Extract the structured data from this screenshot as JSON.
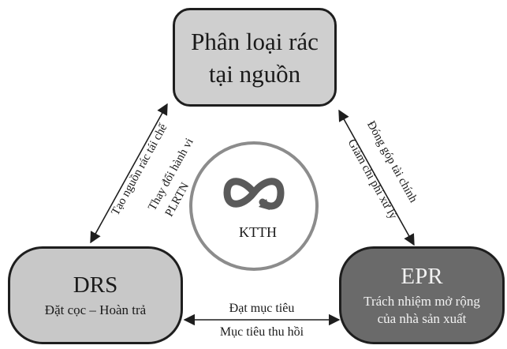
{
  "boxes": {
    "top": {
      "line1": "Phân loại rác",
      "line2": "tại nguồn"
    },
    "left": {
      "title": "DRS",
      "subtitle": "Đặt cọc – Hoàn trả"
    },
    "right": {
      "title": "EPR",
      "subtitle_line1": "Trách nhiệm mở rộng",
      "subtitle_line2": "của nhà sản xuất"
    }
  },
  "center": {
    "label": "KTTH",
    "icon": "infinity-recycle-icon"
  },
  "left_arrow": {
    "outer_label": "Tạo nguồn rác tái chế",
    "inner_label_line1": "Thay đổi hành vi",
    "inner_label_line2": "PLRTN"
  },
  "right_arrow": {
    "outer_label": "Đóng góp tài chính",
    "inner_label": "Giảm chi phí xử lý"
  },
  "bottom_arrow": {
    "top_label": "Đạt mục tiêu",
    "bottom_label": "Mục tiêu thu hồi"
  },
  "colors": {
    "top_box": "#cfcfcf",
    "left_box": "#c8c8c8",
    "right_box": "#6a6a6a",
    "stroke": "#1e1e1e"
  }
}
